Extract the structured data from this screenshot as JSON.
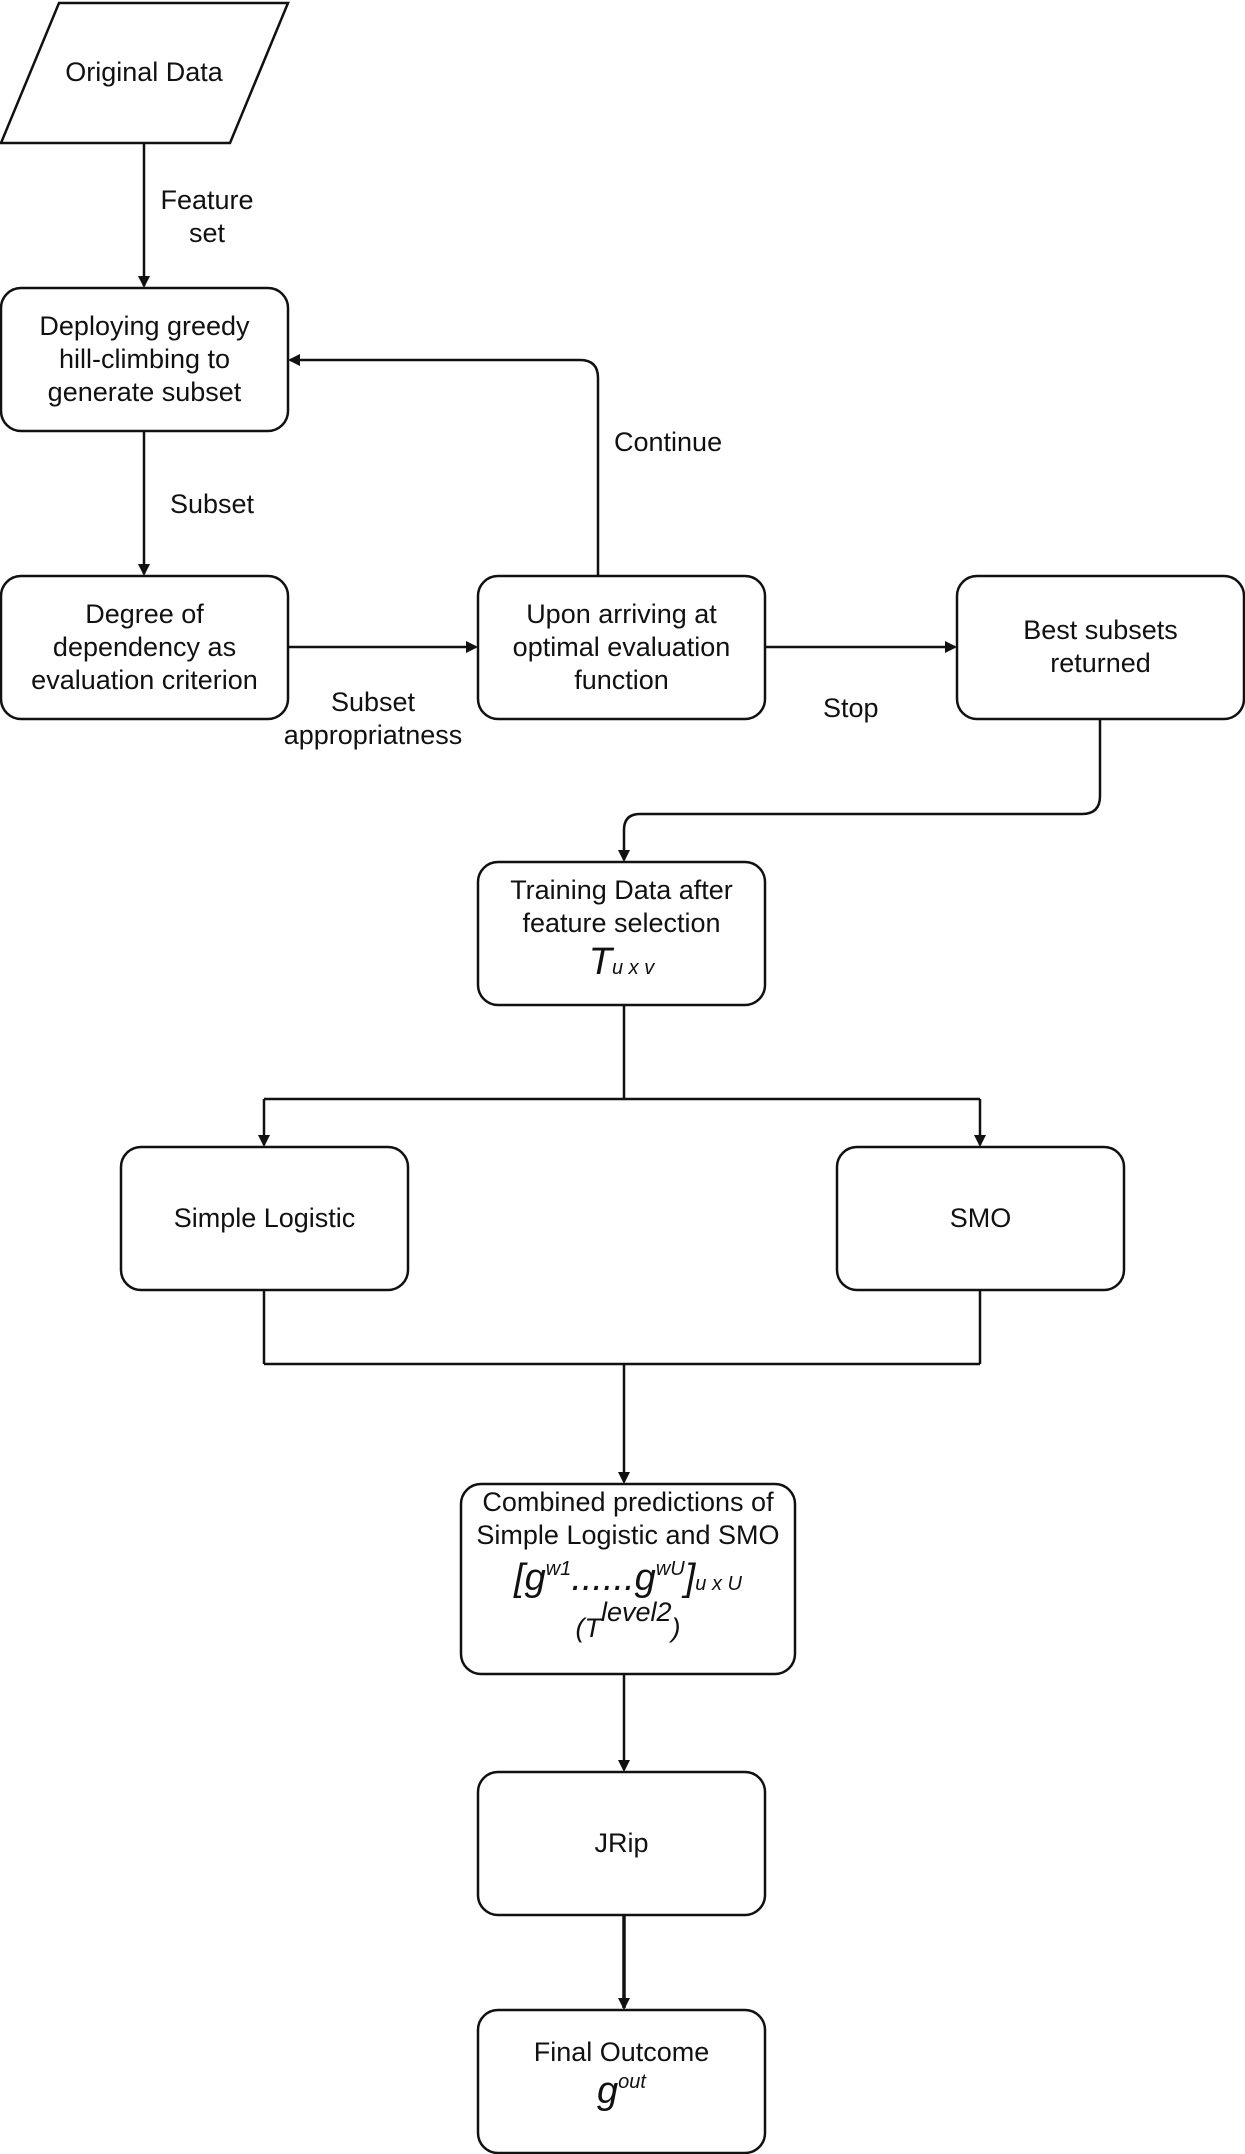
{
  "nodes": {
    "original_data": "Original Data",
    "greedy": [
      "Deploying greedy",
      "hill-climbing to",
      "generate subset"
    ],
    "degree": [
      "Degree of",
      "dependency as",
      "evaluation criterion"
    ],
    "optimal": [
      "Upon arriving at",
      "optimal evaluation",
      "function"
    ],
    "best": [
      "Best subsets",
      "returned"
    ],
    "training": {
      "lines": [
        "Training Data after",
        "feature selection"
      ],
      "symbol": "T",
      "symbol_sub": "u x v"
    },
    "simple_logistic": "Simple Logistic",
    "smo": "SMO",
    "combined": {
      "lines": [
        "Combined predictions of",
        "Simple Logistic and SMO"
      ],
      "open": "[",
      "g1": "g",
      "g1_sup": "w1",
      "dots": "......",
      "g2": "g",
      "g2_sup": "wU",
      "close": "]",
      "close_sub": "u x U",
      "t_open": "(T",
      "t_sup": "level2",
      "t_close": ")"
    },
    "jrip": "JRip",
    "final": {
      "label": "Final Outcome",
      "symbol": "g",
      "symbol_sup": "out"
    }
  },
  "edges": {
    "feature_set": [
      "Feature",
      "set"
    ],
    "subset": "Subset",
    "subset_appropriatness": [
      "Subset",
      "appropriatness"
    ],
    "continue": "Continue",
    "stop": "Stop"
  }
}
